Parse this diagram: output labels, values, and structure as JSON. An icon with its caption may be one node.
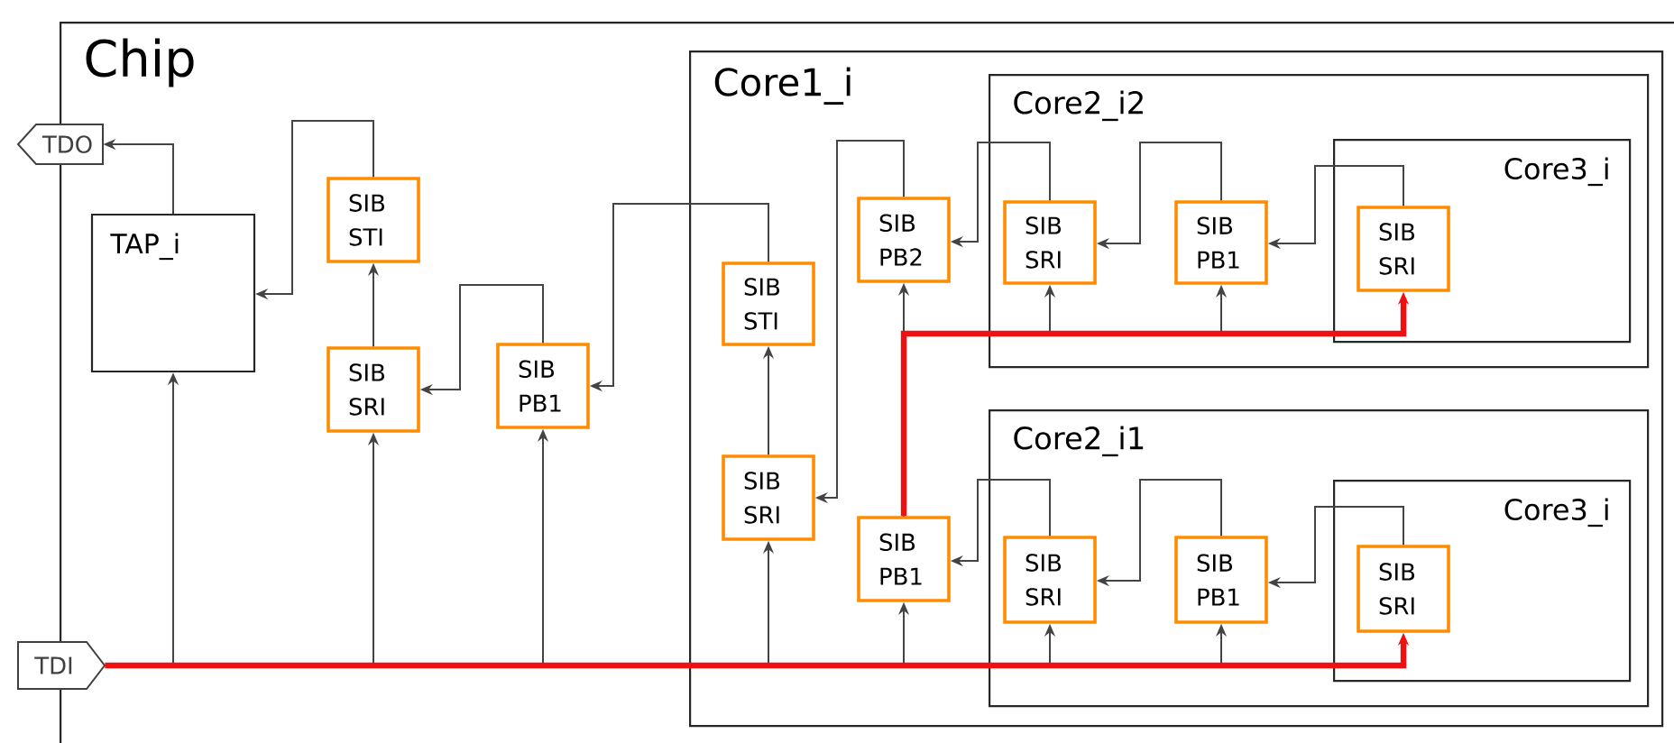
{
  "diagram": {
    "nodes": [
      {
        "text": [
          "Chip"
        ]
      },
      {
        "text": [
          "TDO"
        ]
      },
      {
        "text": [
          "TAP_i"
        ],
        "in": 0
      },
      {
        "text": [
          "SIB STI"
        ],
        "in": 0
      },
      {
        "text": [
          "SIB SRI"
        ],
        "in": 0
      },
      {
        "text": [
          "SIB PB1"
        ],
        "in": 0
      },
      {
        "text": [
          "Core1_i"
        ],
        "in": 0
      },
      {
        "text": [
          "SIB STI"
        ],
        "in": 6
      },
      {
        "text": [
          "SIB SRI"
        ],
        "in": 6
      },
      {
        "text": [
          "SIB PB2"
        ],
        "in": 6
      },
      {
        "text": [
          "SIB PB1"
        ],
        "in": 6
      },
      {
        "text": [
          "Core2_i2"
        ],
        "in": 6
      },
      {
        "text": [
          "SIB SRI"
        ],
        "in": 11
      },
      {
        "text": [
          "SIB PB1"
        ],
        "in": 11
      },
      {
        "text": [
          "Core3_i"
        ],
        "in": 11
      },
      {
        "text": [
          "SIB SRI"
        ],
        "in": 14
      },
      {
        "text": [
          "Core2_i1"
        ],
        "in": 6
      },
      {
        "text": [
          "SIB SRI"
        ],
        "in": 16
      },
      {
        "text": [
          "SIB PB1"
        ],
        "in": 16
      },
      {
        "text": [
          "Core3_i"
        ],
        "in": 16
      },
      {
        "text": [
          "SIB SRI"
        ],
        "in": 19
      },
      {
        "text": [
          "TDI"
        ]
      }
    ],
    "edges": [
      {
        "from": 2,
        "to": 1,
        "arrow": "to"
      },
      {
        "from": 3,
        "to": 2,
        "arrow": "to"
      },
      {
        "from": 4,
        "to": 3,
        "arrow": "to"
      },
      {
        "from": 5,
        "to": 4,
        "arrow": "to"
      },
      {
        "from": 7,
        "to": 5,
        "arrow": "to"
      },
      {
        "from": 8,
        "to": 7,
        "arrow": "to"
      },
      {
        "from": 9,
        "to": 8,
        "arrow": "to"
      },
      {
        "from": 12,
        "to": 9,
        "arrow": "to"
      },
      {
        "from": 13,
        "to": 12,
        "arrow": "to"
      },
      {
        "from": 15,
        "to": 13,
        "arrow": "to"
      },
      {
        "from": 17,
        "to": 10,
        "arrow": "to"
      },
      {
        "from": 18,
        "to": 17,
        "arrow": "to"
      },
      {
        "from": 20,
        "to": 18,
        "arrow": "to"
      },
      {
        "from": 10,
        "to": 9,
        "arrow": "to"
      },
      {
        "from": 10,
        "to": 12,
        "arrow": "to"
      },
      {
        "from": 10,
        "to": 13,
        "arrow": "to"
      },
      {
        "from": 10,
        "to": 15,
        "arrow": "to",
        "style": "thick",
        "color": "#ee1111"
      },
      {
        "from": 21,
        "to": 2,
        "arrow": "to"
      },
      {
        "from": 21,
        "to": 4,
        "arrow": "to"
      },
      {
        "from": 21,
        "to": 5,
        "arrow": "to"
      },
      {
        "from": 21,
        "to": 8,
        "arrow": "to"
      },
      {
        "from": 21,
        "to": 10,
        "arrow": "to"
      },
      {
        "from": 21,
        "to": 17,
        "arrow": "to"
      },
      {
        "from": 21,
        "to": 18,
        "arrow": "to"
      },
      {
        "from": 21,
        "to": 20,
        "arrow": "to",
        "style": "thick",
        "color": "#ee1111"
      }
    ]
  }
}
